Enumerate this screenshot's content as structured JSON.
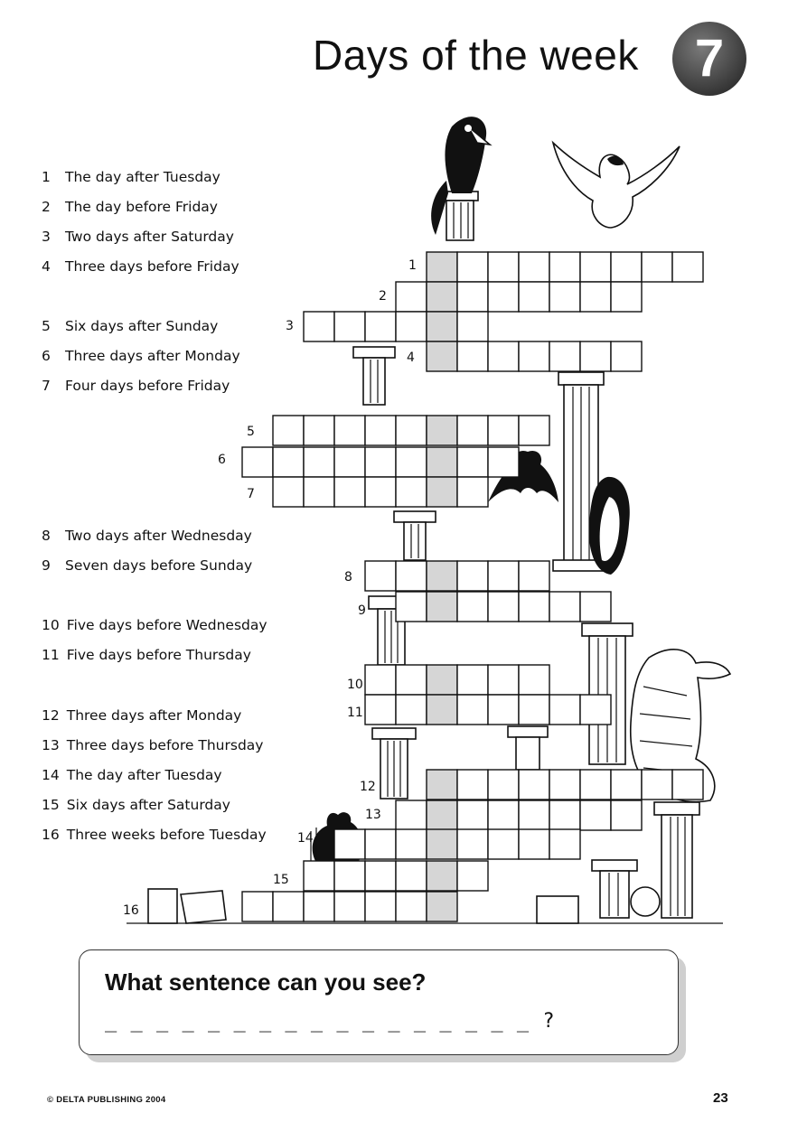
{
  "header": {
    "title": "Days of the week",
    "unit_number": "7"
  },
  "clues": [
    {
      "num": "1",
      "text": "The day after Tuesday"
    },
    {
      "num": "2",
      "text": "The day before Friday"
    },
    {
      "num": "3",
      "text": "Two days after Saturday"
    },
    {
      "num": "4",
      "text": "Three days before Friday"
    },
    {
      "num": "5",
      "text": "Six days after Sunday"
    },
    {
      "num": "6",
      "text": "Three days after Monday"
    },
    {
      "num": "7",
      "text": "Four days before Friday"
    },
    {
      "num": "8",
      "text": "Two days after Wednesday"
    },
    {
      "num": "9",
      "text": "Seven days before Sunday"
    },
    {
      "num": "10",
      "text": "Five days before Wednesday"
    },
    {
      "num": "11",
      "text": "Five days before Thursday"
    },
    {
      "num": "12",
      "text": "Three days after Monday"
    },
    {
      "num": "13",
      "text": "Three days before Thursday"
    },
    {
      "num": "14",
      "text": "The day after Tuesday"
    },
    {
      "num": "15",
      "text": "Six days after Saturday"
    },
    {
      "num": "16",
      "text": "Three weeks before Tuesday"
    }
  ],
  "puzzle": {
    "rows": [
      {
        "label": "1",
        "cells": 9,
        "key_index": 0
      },
      {
        "label": "2",
        "cells": 8,
        "key_index": 1
      },
      {
        "label": "3",
        "cells": 6,
        "key_index": 4
      },
      {
        "label": "4",
        "cells": 7,
        "key_index": 0
      },
      {
        "label": "5",
        "cells": 9,
        "key_index": 5
      },
      {
        "label": "6",
        "cells": 9,
        "key_index": 6
      },
      {
        "label": "7",
        "cells": 7,
        "key_index": 5
      },
      {
        "label": "8",
        "cells": 6,
        "key_index": 2
      },
      {
        "label": "9",
        "cells": 7,
        "key_index": 1
      },
      {
        "label": "10",
        "cells": 6,
        "key_index": 2
      },
      {
        "label": "11",
        "cells": 8,
        "key_index": 2
      },
      {
        "label": "12",
        "cells": 9,
        "key_index": 0
      },
      {
        "label": "13",
        "cells": 8,
        "key_index": 1
      },
      {
        "label": "14",
        "cells": 8,
        "key_index": 3
      },
      {
        "label": "15",
        "cells": 6,
        "key_index": 4
      },
      {
        "label": "16",
        "cells": 7,
        "key_index": 6
      }
    ]
  },
  "question": {
    "prompt": "What sentence can you see?",
    "answer_blanks": "_ _ _ _   _ _ _   _ _   _ _   _ _ _ _ _ _ ?"
  },
  "footer": {
    "copyright": "© DELTA PUBLISHING 2004",
    "page_number": "23"
  }
}
